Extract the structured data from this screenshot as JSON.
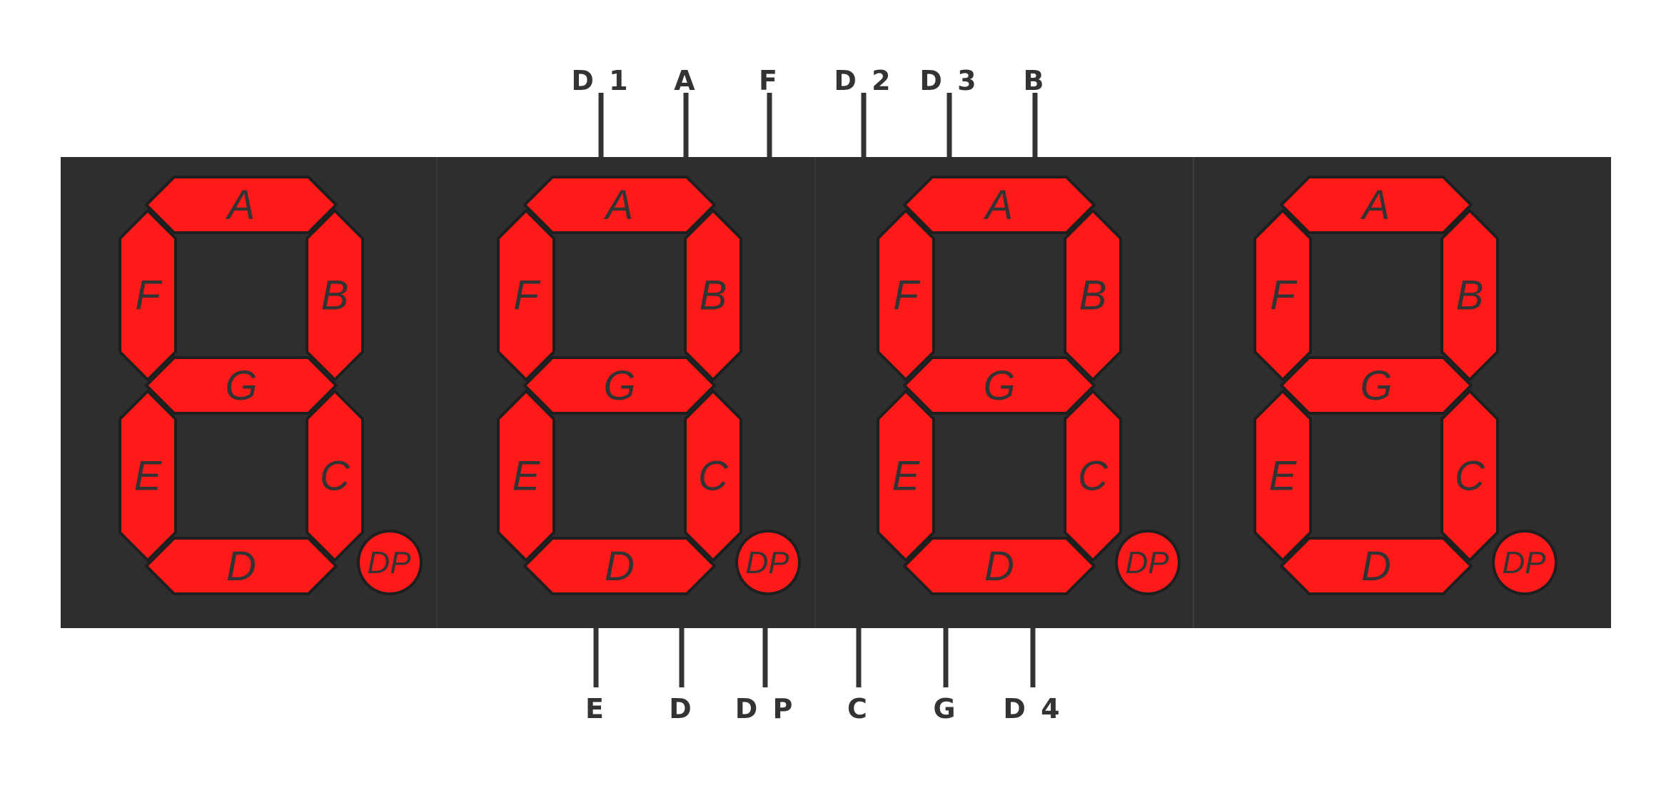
{
  "colors": {
    "background": "#ffffff",
    "panel": "#2e2e2e",
    "segment_on": "#ff1a1a",
    "segment_outline": "#1e1e1e",
    "pin": "#333333",
    "label": "#333333"
  },
  "digits": [
    {
      "segments": {
        "a": "A",
        "b": "B",
        "c": "C",
        "d": "D",
        "e": "E",
        "f": "F",
        "g": "G",
        "dp": "DP"
      }
    },
    {
      "segments": {
        "a": "A",
        "b": "B",
        "c": "C",
        "d": "D",
        "e": "E",
        "f": "F",
        "g": "G",
        "dp": "DP"
      }
    },
    {
      "segments": {
        "a": "A",
        "b": "B",
        "c": "C",
        "d": "D",
        "e": "E",
        "f": "F",
        "g": "G",
        "dp": "DP"
      }
    },
    {
      "segments": {
        "a": "A",
        "b": "B",
        "c": "C",
        "d": "D",
        "e": "E",
        "f": "F",
        "g": "G",
        "dp": "DP"
      }
    }
  ],
  "pins": {
    "top": [
      "D1",
      "A",
      "F",
      "D2",
      "D3",
      "B"
    ],
    "bottom": [
      "E",
      "D",
      "DP",
      "C",
      "G",
      "D4"
    ]
  }
}
